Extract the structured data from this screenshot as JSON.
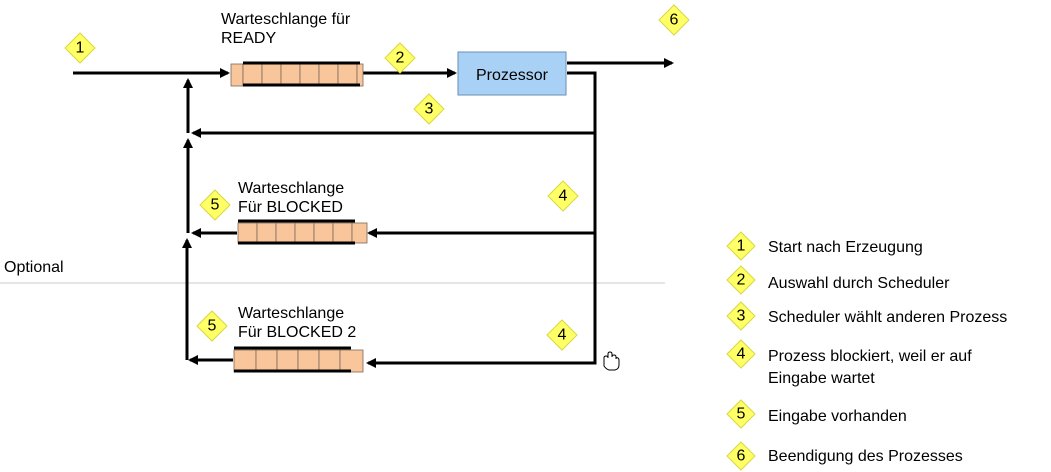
{
  "diagram": {
    "queues": {
      "ready": [
        "Warteschlange für",
        "READY"
      ],
      "blocked": [
        "Warteschlange",
        "Für BLOCKED"
      ],
      "blocked2": [
        "Warteschlange",
        "Für BLOCKED 2"
      ]
    },
    "processor_label": "Prozessor",
    "optional_label": "Optional",
    "badges": {
      "start": "1",
      "select": "2",
      "preempt": "3",
      "block": "4",
      "block2": "4",
      "input": "5",
      "input2": "5",
      "end": "6"
    }
  },
  "legend": [
    {
      "num": "1",
      "text": [
        "Start nach Erzeugung"
      ]
    },
    {
      "num": "2",
      "text": [
        "Auswahl durch Scheduler"
      ]
    },
    {
      "num": "3",
      "text": [
        "Scheduler wählt anderen Prozess"
      ]
    },
    {
      "num": "4",
      "text": [
        "Prozess blockiert, weil er auf",
        "Eingabe wartet"
      ]
    },
    {
      "num": "5",
      "text": [
        "Eingabe vorhanden"
      ]
    },
    {
      "num": "6",
      "text": [
        "Beendigung des Prozesses"
      ]
    }
  ],
  "colors": {
    "badge_fill": "#ffff66",
    "queue_cell": "#f9c59a",
    "processor_fill": "#a9d1f5"
  }
}
